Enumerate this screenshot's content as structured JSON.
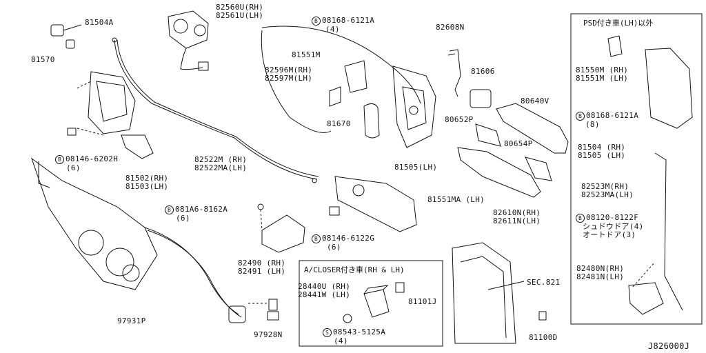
{
  "colors": {
    "ink": "#111111",
    "paper": "#ffffff"
  },
  "parts": {
    "p81504A": "81504A",
    "p81570": "81570",
    "p82560U": "82560U(RH)",
    "p82561U": "82561U(LH)",
    "p08168_top": "08168-6121A",
    "p08168_top_qty": "(4)",
    "p82608N": "82608N",
    "p81551M": "81551M",
    "p82596M": "82596M(RH)",
    "p82597M": "82597M(LH)",
    "p81606": "81606",
    "p80640V": "80640V",
    "p81670": "81670",
    "p80652P": "80652P",
    "p80654P": "80654P",
    "p81505LH": "81505(LH)",
    "p82522M": "82522M  (RH)",
    "p82522MA": "82522MA(LH)",
    "p08146_6202H": "08146-6202H",
    "p08146_6202H_qty": "(6)",
    "p81502": "81502(RH)",
    "p81503": "81503(LH)",
    "p081A6": "081A6-8162A",
    "p081A6_qty": "(6)",
    "p81551MA": "81551MA (LH)",
    "p08146_6122G": "08146-6122G",
    "p08146_6122G_qty": "(6)",
    "p82610N": "82610N(RH)",
    "p82611N": "82611N(LH)",
    "p82490": "82490 (RH)",
    "p82491": "82491 (LH)",
    "p97931P": "97931P",
    "p97928N": "97928N",
    "p28440U": "28440U (RH)",
    "p28441W": "28441W (LH)",
    "p81101J": "81101J",
    "p08543": "08543-5125A",
    "p08543_qty": "(4)",
    "pSEC821": "SEC.821",
    "p81100D": "81100D"
  },
  "closer_box": {
    "title": "A/CLOSER付き車(RH & LH)"
  },
  "psd_box": {
    "title": "PSD付き車(LH)以外",
    "p81550M": "81550M (RH)",
    "p81551M": "81551M (LH)",
    "p08168": "08168-6121A",
    "p08168_qty": "(8)",
    "p81504": "81504 (RH)",
    "p81505": "81505 (LH)",
    "p82523M": "82523M(RH)",
    "p82523MA": "82523MA(LH)",
    "p08120": "08120-8122F",
    "p08120_note1": "シュドウドア(4)",
    "p08120_note2": "オートドア(3)",
    "p82480N": "82480N(RH)",
    "p82481N": "82481N(LH)"
  },
  "bolt_marks": {
    "B": "B",
    "S": "S"
  },
  "footer": {
    "diagram_id": "J826000J"
  }
}
